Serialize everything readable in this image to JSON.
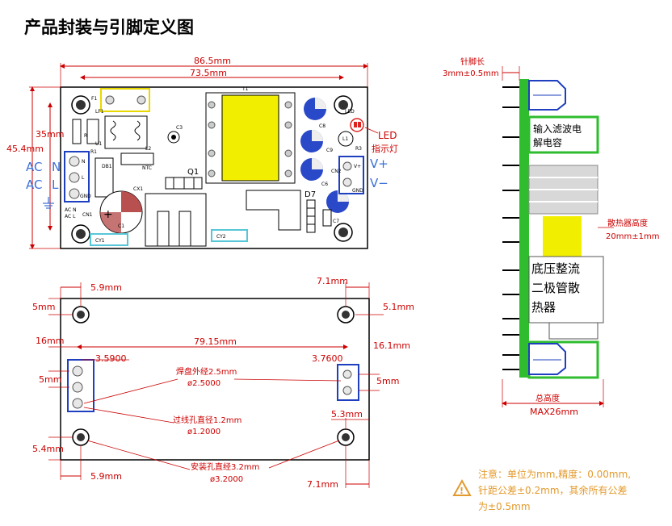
{
  "title": "产品封装与引脚定义图",
  "top_view": {
    "dim_total_width": "86.5mm",
    "dim_inner_width": "73.5mm",
    "dim_height_total": "45.4mm",
    "dim_height_35": "35mm",
    "label_ac_n": "AC",
    "label_n": "N",
    "label_ac_l": "AC",
    "label_l": "L",
    "label_led": "LED",
    "label_led_cn": "指示灯",
    "label_v_plus": "V+",
    "label_v_minus": "V−",
    "label_q1": "Q1",
    "label_d7": "D7",
    "pin_n": "N",
    "pin_l": "L",
    "pin_gnd": "GND",
    "pin_vplus": "V+",
    "pin_gnd2": "GND",
    "cn1": "CN1",
    "cn2": "CN2",
    "silk_acn": "AC N",
    "silk_acl": "AC L",
    "silk_led": "LED",
    "silk_r3": "R3",
    "silk_c9": "C9",
    "silk_c8": "C8",
    "silk_c3": "C3",
    "silk_l1": "L1",
    "silk_c6": "C6",
    "silk_c7": "C7",
    "silk_cy1": "CY1",
    "silk_cy2": "CY2",
    "silk_cx1": "CX1",
    "silk_rv1": "RV1",
    "silk_db1": "DB1",
    "silk_ntc": "NTC",
    "silk_f1": "F1",
    "silk_lf1": "LF1",
    "silk_r1": "R1",
    "silk_u1": "U1",
    "silk_l2": "L2",
    "silk_c1": "C1",
    "silk_t1": "T1"
  },
  "bottom_view": {
    "dim_left_hole_x_top": "5.9mm",
    "dim_right_hole_x_top": "7.1mm",
    "dim_left_hole_y_top": "5mm",
    "dim_right_hole_y_top": "5.1mm",
    "dim_pin_span": "79.15mm",
    "dim_16_left": "16mm",
    "dim_16_right": "16.1mm",
    "dim_left_pin_x": "3.5900",
    "dim_right_pin_x": "3.7600",
    "dim_pin_pitch_left": "5mm",
    "dim_pin_pitch_right": "5mm",
    "dim_left_bottom_y": "5.4mm",
    "dim_right_bottom_x": "5.3mm",
    "dim_left_hole_x_bottom": "5.9mm",
    "dim_right_hole_x_bottom": "7.1mm",
    "pad_outer_label": "焊盘外经2.5mm",
    "pad_outer_value": "ø2.5000",
    "via_label": "过线孔直径1.2mm",
    "via_value": "ø1.2000",
    "mount_label": "安装孔直经3.2mm",
    "mount_value": "ø3.2000"
  },
  "side_view": {
    "pin_len_label": "针脚长",
    "pin_len_value": "3mm±0.5mm",
    "cap_label_line1": "输入滤波电",
    "cap_label_line2": "解电容",
    "heatsink_label": "散热器高度",
    "heatsink_value": "20mm±1mm",
    "rect_label_line1": "底压整流",
    "rect_label_line2": "二极管散",
    "rect_label_line3": "热器",
    "total_height_label": "总高度",
    "total_height_value": "MAX26mm"
  },
  "note": {
    "line1": "注意：单位为mm,精度：0.00mm,",
    "line2": "针距公差±0.2mm，其余所有公差",
    "line3": "为±0.5mm"
  },
  "colors": {
    "dimension": "#cc0000",
    "pcb_green": "#2fbd2f",
    "terminal_blue": "#1e3fbf",
    "transformer_yellow": "#f2ee00",
    "note_orange": "#e39a2d"
  }
}
